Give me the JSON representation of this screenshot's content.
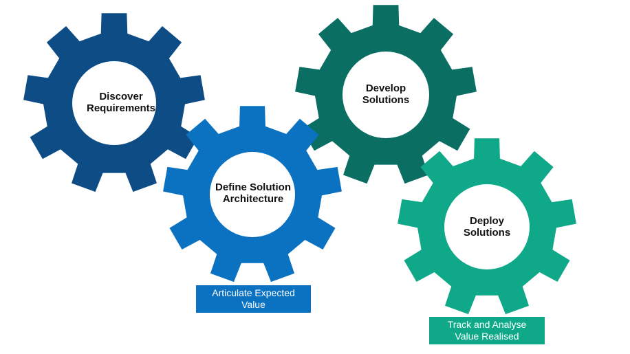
{
  "colors": {
    "gear_discover": "#0E4C86",
    "gear_define": "#0B72C1",
    "gear_develop": "#0A6E63",
    "gear_deploy": "#0FA989",
    "center": "#FFFFFF",
    "text": "#111111",
    "caption_text": "#FFFFFF"
  },
  "gears": [
    {
      "id": "discover",
      "lines": [
        "Discover",
        "Requirements"
      ],
      "color_key": "gear_discover"
    },
    {
      "id": "define",
      "lines": [
        "Define Solution",
        "Architecture"
      ],
      "color_key": "gear_define"
    },
    {
      "id": "develop",
      "lines": [
        "Develop",
        "Solutions"
      ],
      "color_key": "gear_develop"
    },
    {
      "id": "deploy",
      "lines": [
        "Deploy",
        "Solutions"
      ],
      "color_key": "gear_deploy"
    }
  ],
  "captions": [
    {
      "id": "articulate",
      "lines": [
        "Articulate Expected",
        "Value"
      ],
      "color": "#0B72C1"
    },
    {
      "id": "track",
      "lines": [
        "Track and Analyse",
        "Value Realised"
      ],
      "color": "#0FA989"
    }
  ]
}
